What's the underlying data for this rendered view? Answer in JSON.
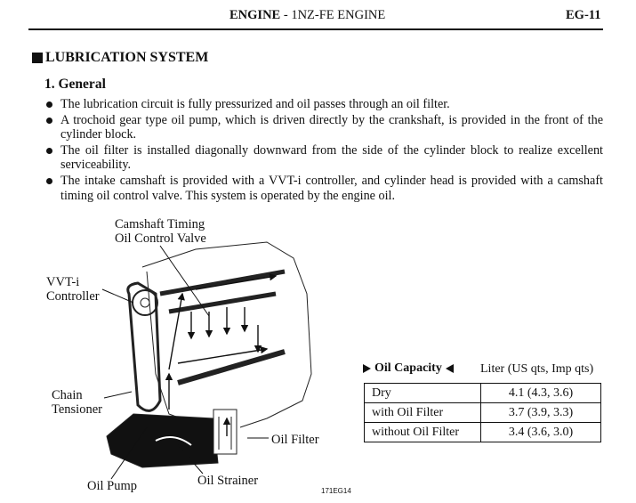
{
  "header": {
    "section": "ENGINE",
    "separator": "-",
    "subsection": "1NZ-FE ENGINE",
    "page": "EG-11"
  },
  "section_title": "LUBRICATION SYSTEM",
  "subsection_title": "1. General",
  "bullets": [
    "The lubrication circuit is fully pressurized and oil passes through an oil filter.",
    "A trochoid gear type oil pump, which is driven directly by the crankshaft, is provided in the front of the cylinder block.",
    "The oil filter is installed diagonally downward from the side of the cylinder block to realize excellent serviceability.",
    "The intake camshaft is provided with a VVT-i controller, and cylinder head is provided with a camshaft timing oil control valve. This system is operated by the engine oil."
  ],
  "figure": {
    "labels": {
      "camshaft_line1": "Camshaft Timing",
      "camshaft_line2": "Oil Control Valve",
      "vvti_line1": "VVT-i",
      "vvti_line2": "Controller",
      "chain_line1": "Chain",
      "chain_line2": "Tensioner",
      "oil_filter": "Oil Filter",
      "oil_pump": "Oil Pump",
      "oil_strainer": "Oil Strainer"
    },
    "code": "171EG14"
  },
  "oil_capacity": {
    "title": "Oil Capacity",
    "unit": "Liter (US qts, Imp qts)",
    "rows": [
      {
        "condition": "Dry",
        "value": "4.1 (4.3, 3.6)"
      },
      {
        "condition": "with Oil Filter",
        "value": "3.7 (3.9, 3.3)"
      },
      {
        "condition": "without Oil Filter",
        "value": "3.4 (3.6, 3.0)"
      }
    ]
  }
}
